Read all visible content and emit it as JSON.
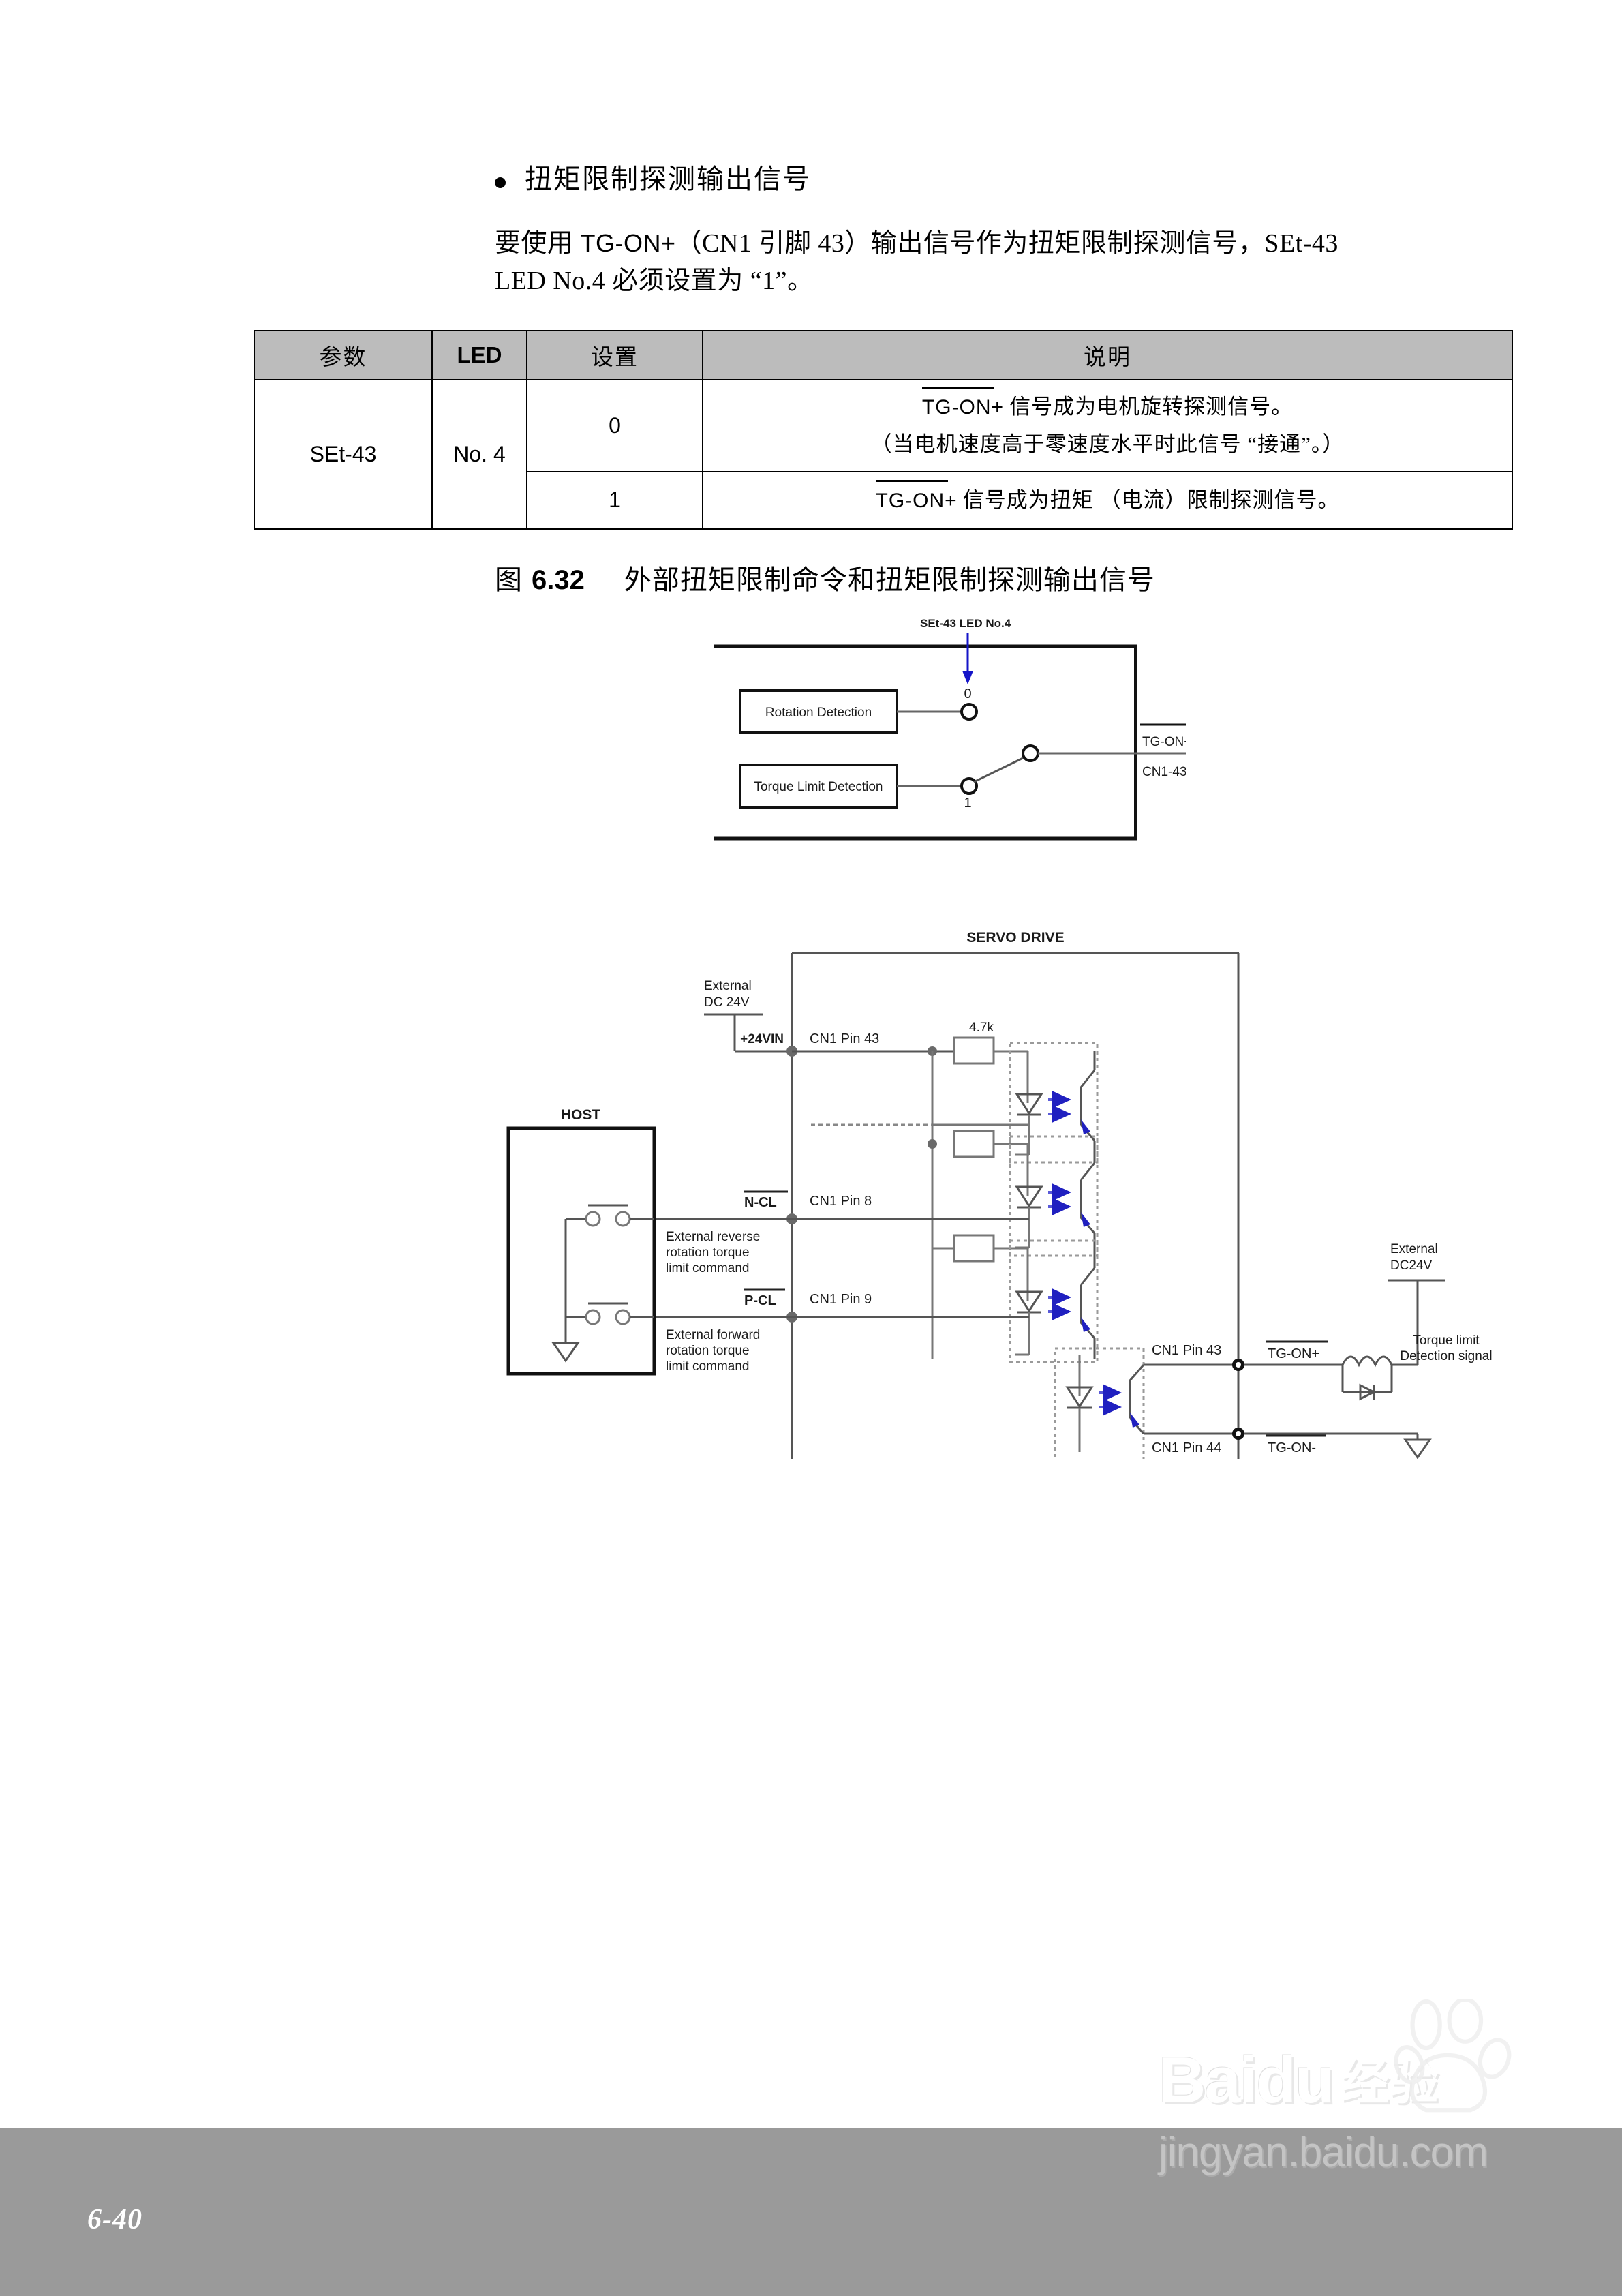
{
  "bullet": {
    "heading": "扭矩限制探测输出信号"
  },
  "intro": {
    "line1_a": "要使用 ",
    "line1_signal": "TG-ON+",
    "line1_b": "（CN1 引脚 43）输出信号作为扭矩限制探测信号，SEt-43",
    "line2": "LED No.4 必须设置为 “1”。"
  },
  "table": {
    "headers": {
      "param": "参数",
      "led": "LED",
      "setting": "设置",
      "description": "说明"
    },
    "param_value": "SEt-43",
    "led_value": "No. 4",
    "rows": [
      {
        "setting": "0",
        "signal": "TG-ON+",
        "desc_line1": "信号成为电机旋转探测信号。",
        "desc_line2": "（当电机速度高于零速度水平时此信号 “接通”。）"
      },
      {
        "setting": "1",
        "signal": "TG-ON+",
        "desc_line1": "信号成为扭矩 （电流）限制探测信号。",
        "desc_line2": ""
      }
    ]
  },
  "figure_caption": {
    "prefix": "图",
    "number": "6.32",
    "title": "外部扭矩限制命令和扭矩限制探测输出信号"
  },
  "diagram1": {
    "annotation": "SEt-43 LED No.4",
    "block_rotation": "Rotation Detection",
    "block_torque": "Torque Limit Detection",
    "contact_0": "0",
    "contact_1": "1",
    "out_signal": "TG-ON+",
    "out_pin": "CN1-43",
    "arrow_color": "#1414c8"
  },
  "diagram2": {
    "servo_title": "SERVO DRIVE",
    "host_title": "HOST",
    "ext_dc_left_line1": "External",
    "ext_dc_left_line2": "DC 24V",
    "plus24vin": "+24VIN",
    "pin43_top": "CN1 Pin 43",
    "resistor": "4.7k",
    "ncl": "N-CL",
    "pin8": "CN1 Pin 8",
    "ncl_desc_l1": "External reverse",
    "ncl_desc_l2": "rotation torque",
    "ncl_desc_l3": "limit command",
    "pcl": "P-CL",
    "pin9": "CN1 Pin 9",
    "pcl_desc_l1": "External forward",
    "pcl_desc_l2": "rotation torque",
    "pcl_desc_l3": "limit command",
    "pin43_out": "CN1 Pin 43",
    "tgon_plus": "TG-ON+",
    "pin44_out": "CN1 Pin 44",
    "tgon_minus": "TG-ON-",
    "ext_dc_right_line1": "External",
    "ext_dc_right_line2": "DC24V",
    "torque_sig_l1": "Torque limit",
    "torque_sig_l2": "Detection signal",
    "arrow_color": "#2020c0"
  },
  "footer": {
    "page_number": "6-40"
  },
  "watermark": {
    "logo": "Baidu",
    "logo_cn": "经验",
    "url": "jingyan.baidu.com"
  },
  "colors": {
    "table_header_bg": "#bcbcbc",
    "footer_bg": "#9a9a9a",
    "accent_blue": "#1414c8",
    "line": "#555555"
  }
}
